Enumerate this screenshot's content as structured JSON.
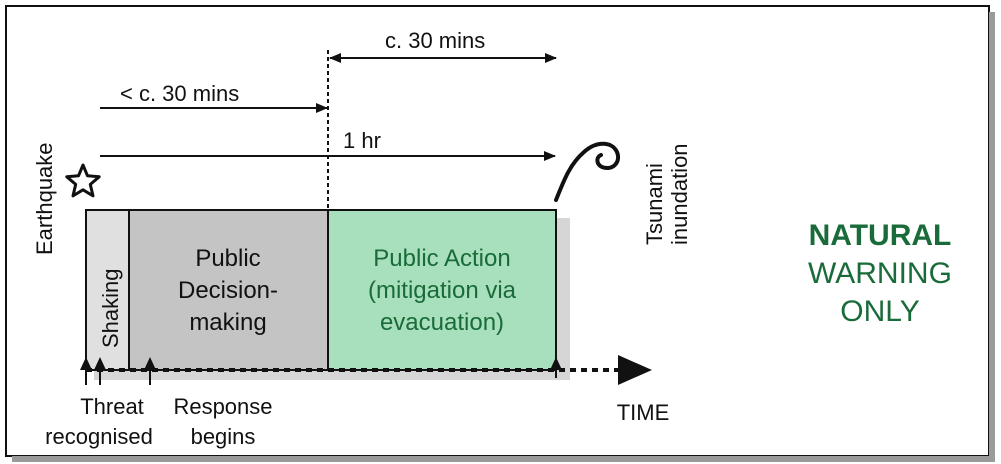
{
  "annotations": {
    "lt_30": "< c. 30 mins",
    "c30": "c. 30 mins",
    "one_hr": "1 hr"
  },
  "left_label": "Earthquake",
  "right_label": [
    "Tsunami",
    "inundation"
  ],
  "phases": {
    "shaking": "Shaking",
    "decision": [
      "Public",
      "Decision-",
      "making"
    ],
    "action": [
      "Public Action",
      "(mitigation via",
      "evacuation)"
    ]
  },
  "milestones": {
    "threat": [
      "Threat",
      "recognised"
    ],
    "response": [
      "Response",
      "begins"
    ]
  },
  "axis_label": "TIME",
  "warning": [
    "NATURAL",
    "WARNING",
    "ONLY"
  ],
  "colors": {
    "shaking": "#e0e0e0",
    "decision": "#c4c4c4",
    "action": "#a8dfbc",
    "green_text": "#1a6b3a"
  },
  "icons": {
    "earthquake": "star-outline",
    "tsunami": "wave-curl"
  }
}
